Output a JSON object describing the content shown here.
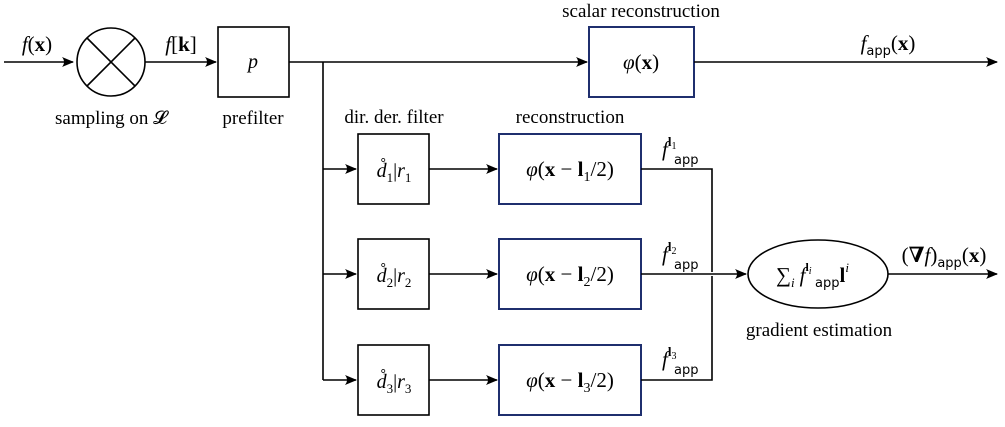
{
  "labels": {
    "sampling": "sampling on 𝓛",
    "prefilter": "prefilter",
    "dir_der_filter": "dir. der. filter",
    "reconstruction": "reconstruction",
    "scalar_reconstruction": "scalar reconstruction",
    "gradient_estimation": "gradient estimation"
  },
  "signals": {
    "input_f": "f",
    "input_x": "x",
    "sampled_f": "f",
    "sampled_k": "k",
    "output_f": "f",
    "output_sub": "app",
    "output_x": "x",
    "grad_nabla": "∇",
    "grad_f": "f",
    "grad_sub": "app",
    "grad_x": "x"
  },
  "blocks": {
    "prefilter_symbol": "p",
    "scalar_phi": "φ",
    "scalar_x": "x"
  },
  "branches": [
    {
      "d": "d̊",
      "index": "1",
      "r": "r",
      "phi": "φ",
      "x": "x",
      "l": "l",
      "half": "/2)",
      "f": "f",
      "sub": "app",
      "sup_l": "l",
      "sup_idx": "1"
    },
    {
      "d": "d̊",
      "index": "2",
      "r": "r",
      "phi": "φ",
      "x": "x",
      "l": "l",
      "half": "/2)",
      "f": "f",
      "sub": "app",
      "sup_l": "l",
      "sup_idx": "2"
    },
    {
      "d": "d̊",
      "index": "3",
      "r": "r",
      "phi": "φ",
      "x": "x",
      "l": "l",
      "half": "/2)",
      "f": "f",
      "sub": "app",
      "sup_l": "l",
      "sup_idx": "3"
    }
  ],
  "gradient": {
    "sum": "∑",
    "sum_sub": "i",
    "f": "f",
    "f_sub": "app",
    "f_sup_l": "l",
    "f_sup_i": "i",
    "l": "l",
    "l_sup": "i"
  }
}
